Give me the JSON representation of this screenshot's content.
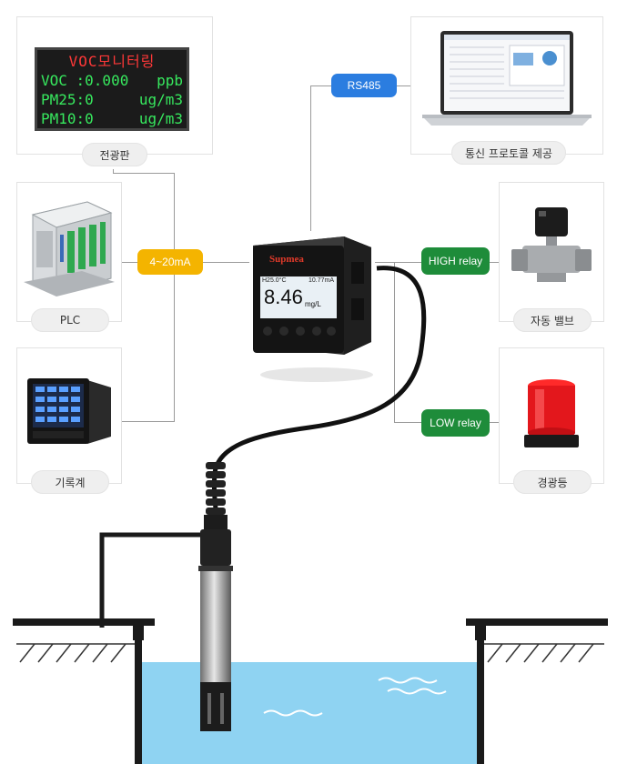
{
  "labels": {
    "display_board": "전광판",
    "plc": "PLC",
    "recorder": "기록계",
    "protocol": "통신 프로토콜 제공",
    "valve": "자동 밸브",
    "alarm_light": "경광등"
  },
  "tags": {
    "rs485": "RS485",
    "analog": "4~20mA",
    "high_relay": "HIGH relay",
    "low_relay": "LOW relay"
  },
  "led_board": {
    "line1": "VOC모니터링",
    "line2_label": "VOC :0.000",
    "line2_unit": "ppb",
    "line3_label": "PM25:0",
    "line3_unit": "ug/m3",
    "line4_label": "PM10:0",
    "line4_unit": "ug/m3"
  },
  "meter": {
    "brand": "Supmea",
    "temp": "H25.0°C",
    "current": "10.77mA",
    "reading": "8.46",
    "unit": "mg/L"
  },
  "colors": {
    "rs485": "#2b7de0",
    "analog": "#f4b400",
    "relay": "#1e8c3a",
    "water": "#8fd3f2"
  }
}
